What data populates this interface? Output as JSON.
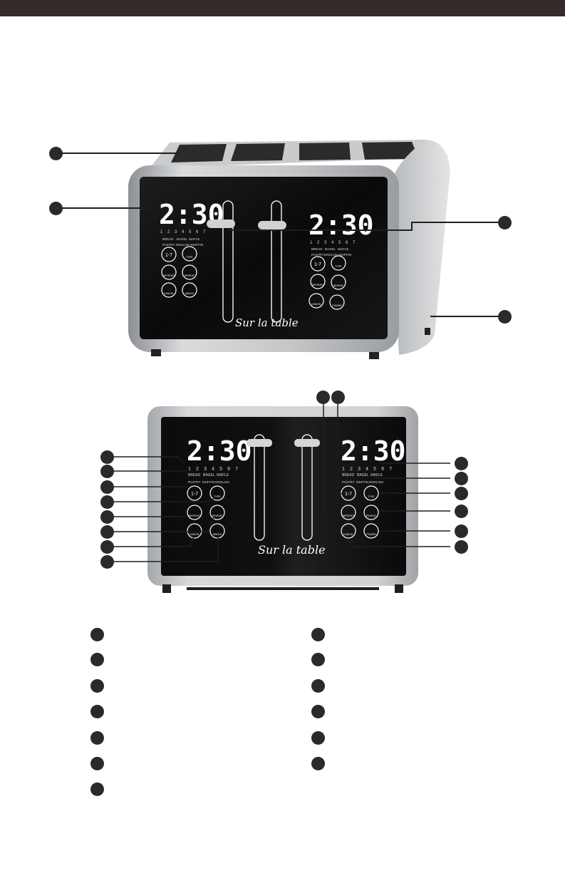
{
  "display": {
    "time": "2:30",
    "numbers": [
      "1",
      "2",
      "3",
      "4",
      "5",
      "6",
      "7"
    ],
    "row1": [
      "BREAD",
      "BAGEL",
      "WAFLE"
    ],
    "row2": [
      "PASTRY",
      "ENGLISH MUFFIN"
    ],
    "row2_alt": [
      "PASTRY",
      "MUFFIN ENGLISH"
    ]
  },
  "buttons": {
    "shade": "1-7",
    "type": "TYPE",
    "defrost": "DEFROST",
    "reheat": "REHEAT",
    "cancel": "CANCEL",
    "single": "SINGLE",
    "power": "POWER"
  },
  "brand": "Sur la table",
  "colors": {
    "topbar": "#332c2b",
    "panel": "#0b0b0b",
    "steel": "#b9bcbf",
    "callout": "#2a2a2a"
  }
}
